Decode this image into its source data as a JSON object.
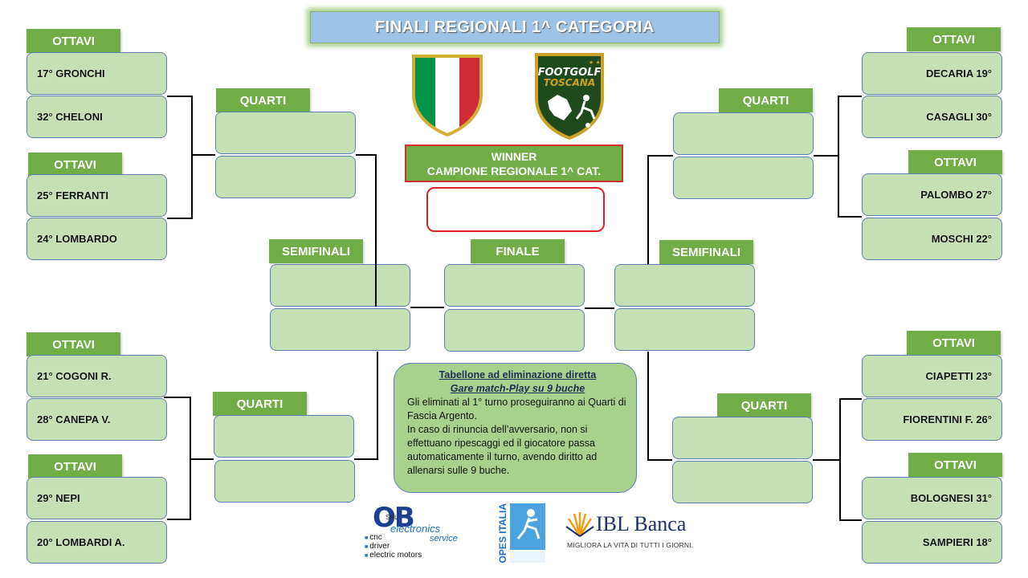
{
  "title": "FINALI REGIONALI 1^ CATEGORIA",
  "labels": {
    "ottavi": "OTTAVI",
    "quarti": "QUARTI",
    "semifinali": "SEMIFINALI",
    "finale": "FINALE"
  },
  "left_players": [
    "17° GRONCHI",
    "32° CHELONI",
    "25° FERRANTI",
    "24° LOMBARDO",
    "21° COGONI R.",
    "28° CANEPA V.",
    "29° NEPI",
    "20° LOMBARDI A."
  ],
  "right_players": [
    "DECARIA 19°",
    "CASAGLI 30°",
    "PALOMBO 27°",
    "MOSCHI 22°",
    "CIAPETTI 23°",
    "FIORENTINI F. 26°",
    "BOLOGNESI 31°",
    "SAMPIERI 18°"
  ],
  "winner": {
    "line1": "WINNER",
    "line2": "CAMPIONE REGIONALE 1^ CAT."
  },
  "info": {
    "heading1": "Tabellone ad eliminazione diretta",
    "heading2": "Gare match-Play su 9 buche",
    "para1": "Gli eliminati al 1° turno proseguiranno ai Quarti di Fascia Argento.",
    "para2": "In caso di rinuncia dell’avversario, non si effettuano ripescaggi ed il giocatore passa automaticamente il turno,  avendo diritto ad allenarsi sulle 9 buche."
  },
  "logos": {
    "footgolf_line1": "FOOTGOLF",
    "footgolf_line2": "TOSCANA"
  },
  "sponsors": {
    "ob_letters": "OB",
    "ob_electronics": "electronics",
    "ob_srl": "SRL",
    "ob_service": "service",
    "ob_items": [
      "cnc",
      "driver",
      "electric motors"
    ],
    "opes": "OPES ITALIA",
    "ibl_name": "IBL Banca",
    "ibl_tagline": "MIGLIORA LA VITA DI TUTTI I GIORNI."
  },
  "colors": {
    "label_green": "#70ad47",
    "slot_green": "#c5e0b4",
    "title_blue": "#9dc3e6",
    "winner_red": "#e02020"
  }
}
